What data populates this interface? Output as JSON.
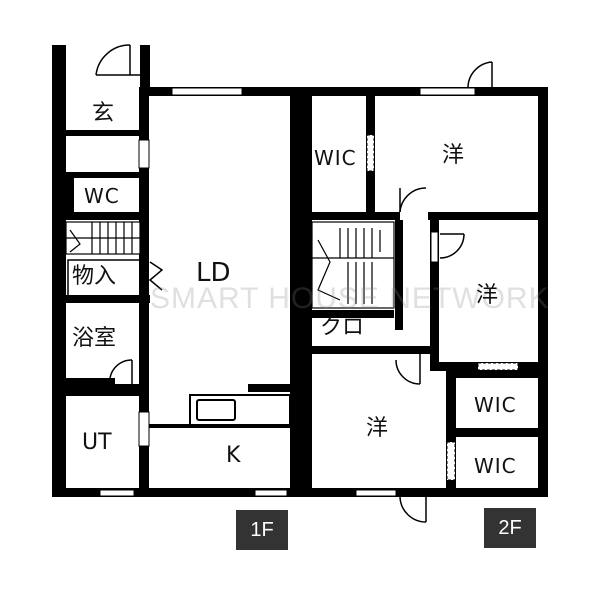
{
  "floor_1": {
    "badge": "1F",
    "rooms": {
      "entrance": "玄",
      "toilet": "WC",
      "storage": "物入",
      "living_dining": "LD",
      "bathroom": "浴室",
      "utility": "UT",
      "kitchen": "K"
    }
  },
  "floor_2": {
    "badge": "2F",
    "rooms": {
      "wic_top": "WIC",
      "western_top": "洋",
      "western_right": "洋",
      "closet": "クロ",
      "western_bottom": "洋",
      "wic_mid": "WIC",
      "wic_bottom": "WIC"
    }
  },
  "watermark": "SMART HOUSE NETWORK",
  "colors": {
    "wall": "#000000",
    "window": "#ffffff",
    "badge_bg": "#333333"
  }
}
